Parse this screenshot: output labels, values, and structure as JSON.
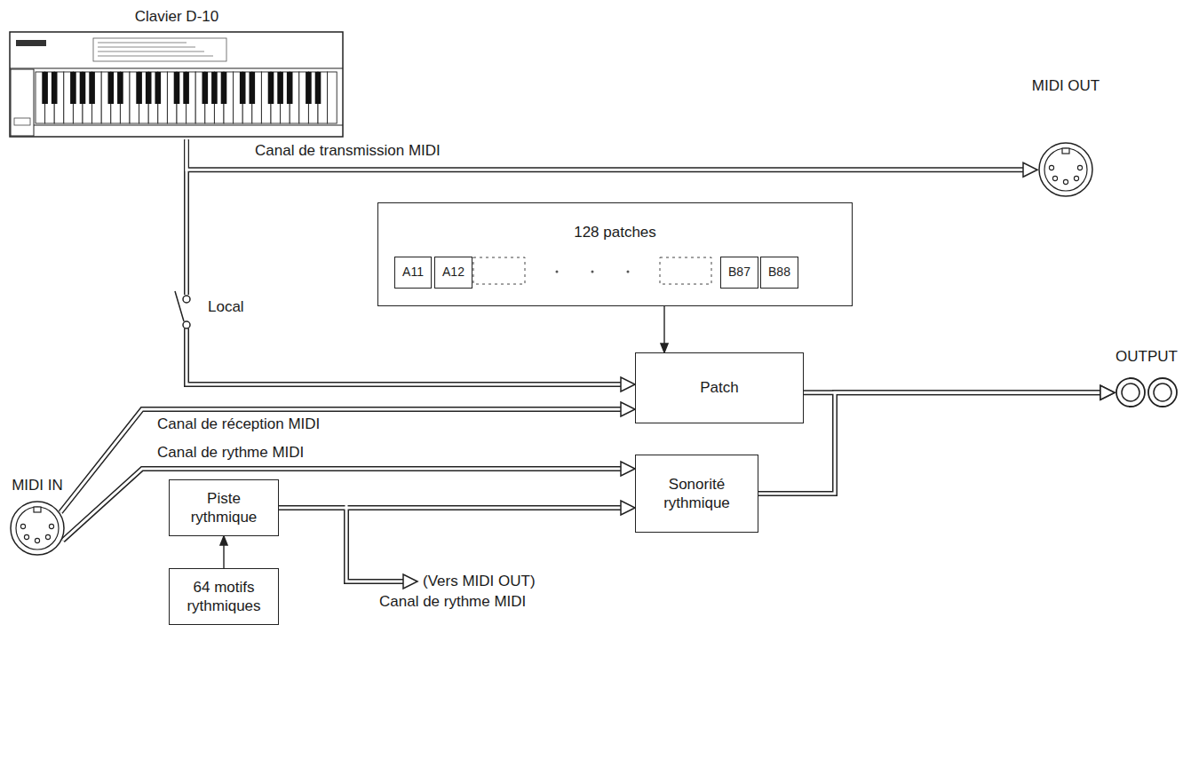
{
  "diagram": {
    "nodes": [
      {
        "text": [
          "Clavier D-10"
        ]
      },
      {
        "text": [
          "MIDI OUT"
        ]
      },
      {
        "text": [
          "128 patches"
        ]
      },
      {
        "text": [
          "A11"
        ],
        "in": 2
      },
      {
        "text": [
          "A12"
        ],
        "in": 2
      },
      {
        "text": [
          "B87"
        ],
        "in": 2
      },
      {
        "text": [
          "B88"
        ],
        "in": 2
      },
      {
        "text": [
          "Patch"
        ]
      },
      {
        "text": [
          "OUTPUT"
        ]
      },
      {
        "text": [
          "MIDI IN"
        ]
      },
      {
        "text": [
          "Sonorité rythmique"
        ]
      },
      {
        "text": [
          "Piste rythmique"
        ]
      },
      {
        "text": [
          "64 motifs rythmiques"
        ]
      }
    ],
    "edges": [
      {
        "from": 0,
        "to": 1,
        "arrow": "to",
        "label": "Canal de transmission MIDI"
      },
      {
        "from": 0,
        "to": 7,
        "arrow": "to"
      },
      {
        "from": 2,
        "to": 7,
        "arrow": "to"
      },
      {
        "from": 7,
        "to": 8,
        "arrow": "to"
      },
      {
        "from": 10,
        "to": 8,
        "arrow": "to"
      },
      {
        "from": 9,
        "to": 7,
        "arrow": "to",
        "label": "Canal de réception MIDI"
      },
      {
        "from": 9,
        "to": 10,
        "arrow": "to",
        "label": "Canal de rythme MIDI"
      },
      {
        "from": 11,
        "to": 10,
        "arrow": "to"
      },
      {
        "from": 12,
        "to": 11,
        "arrow": "to"
      }
    ],
    "labels": [
      "Local",
      "(Vers MIDI OUT)",
      "Canal de rythme MIDI"
    ]
  }
}
